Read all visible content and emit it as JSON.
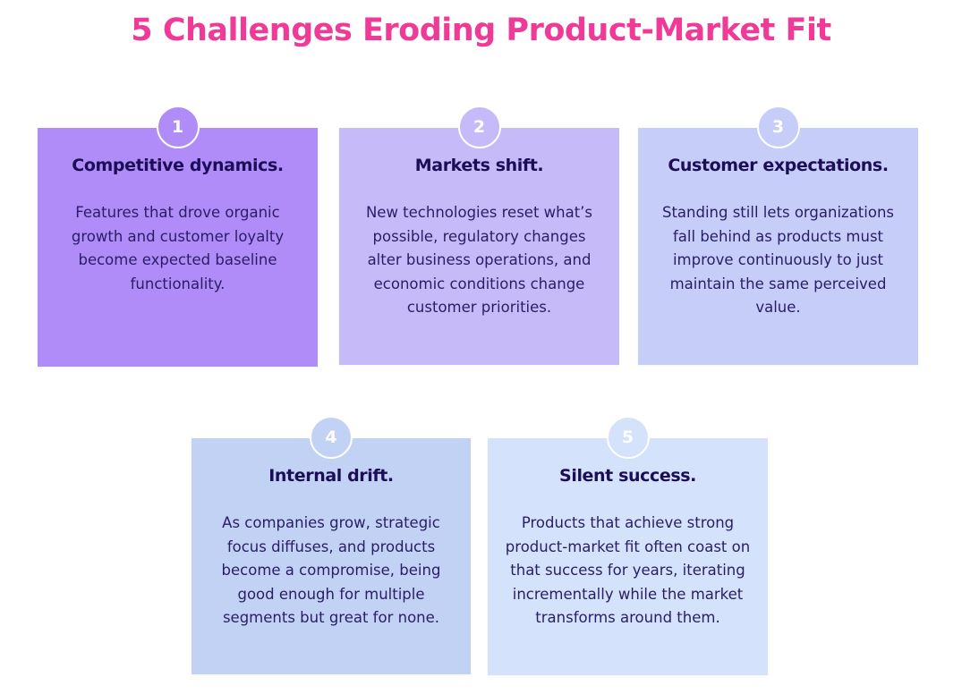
{
  "title": "5 Challenges Eroding Product-Market Fit",
  "colors": {
    "title": "#ef3b97",
    "heading": "#1c0d57",
    "body": "#2a1d66"
  },
  "cards": [
    {
      "number": "1",
      "title": "Competitive dynamics.",
      "body": "Features that drove organic growth and customer loyalty become expected baseline functionality.",
      "color": "#b08cf8"
    },
    {
      "number": "2",
      "title": "Markets shift.",
      "body": "New technologies reset what’s possible, regulatory changes alter business operations, and economic conditions change customer priorities.",
      "color": "#c7baf8"
    },
    {
      "number": "3",
      "title": "Customer expectations.",
      "body": "Standing still lets organizations fall behind as products must improve continuously to just maintain the same perceived value.",
      "color": "#c6cdf8"
    },
    {
      "number": "4",
      "title": "Internal drift.",
      "body": "As companies grow, strategic focus diffuses, and products become a compromise, being good enough for multiple segments but great for none.",
      "color": "#c2d2f4"
    },
    {
      "number": "5",
      "title": "Silent success.",
      "body": "Products that achieve strong product-market fit often coast on that success for years, iterating incrementally while the market transforms around them.",
      "color": "#d4e2fb"
    }
  ]
}
